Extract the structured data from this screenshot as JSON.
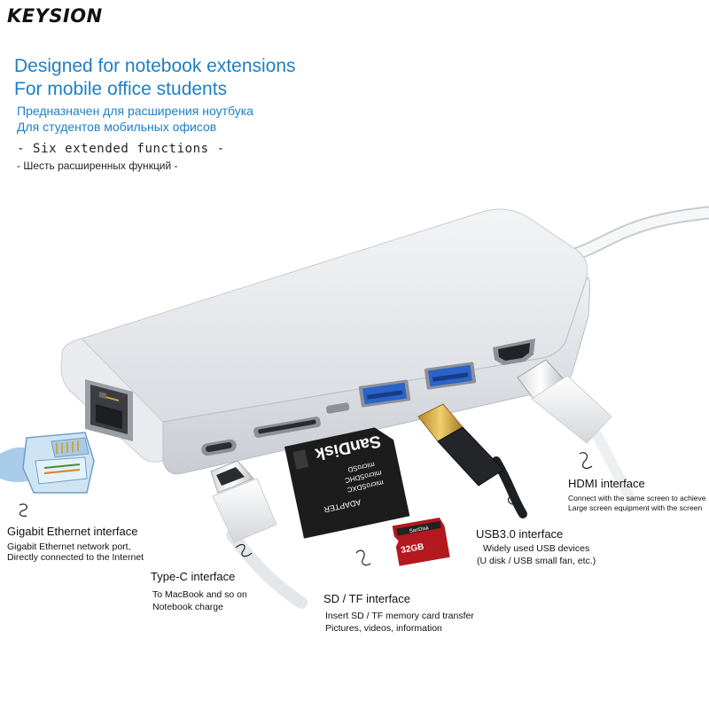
{
  "brand": "KEYSION",
  "headline": {
    "line1": "Designed for notebook extensions",
    "line2": "For mobile office students",
    "ru_line1": "Предназначен для расширения ноутбука",
    "ru_line2": "Для студентов мобильных офисов"
  },
  "functions": {
    "en": "- Six extended functions -",
    "ru": "- Шесть расширенных функций -"
  },
  "features": [
    {
      "id": "ethernet",
      "title": "Gigabit Ethernet interface",
      "lines": [
        "Gigabit Ethernet network port,",
        "Directly connected to the Internet"
      ]
    },
    {
      "id": "typec",
      "title": "Type-C interface",
      "lines": [
        "To MacBook and so on",
        "Notebook charge"
      ]
    },
    {
      "id": "sdtf",
      "title": "SD / TF interface",
      "lines": [
        "Insert SD / TF memory card transfer",
        "Pictures, videos, information"
      ]
    },
    {
      "id": "usb3",
      "title": "USB3.0 interface",
      "lines": [
        "Widely used USB devices",
        "(U disk / USB small fan, etc.)"
      ]
    },
    {
      "id": "hdmi",
      "title": "HDMI interface",
      "lines": [
        "Connect with the same screen to achieve",
        "Large screen equipment with the screen"
      ]
    }
  ],
  "sd_card": {
    "brand": "SanDisk",
    "lines": [
      "microSD",
      "microSDHC",
      "microSDXC"
    ],
    "adapter": "ADAPTER"
  },
  "microsd_card": {
    "brand": "SanDisk",
    "size": "32GB"
  },
  "colors": {
    "headline": "#1d7fc4",
    "hub_body": "#e4e7eb",
    "port_blue": "#2a63c9",
    "card_dark": "#1c1c1c",
    "microsd_red": "#b3191f"
  }
}
